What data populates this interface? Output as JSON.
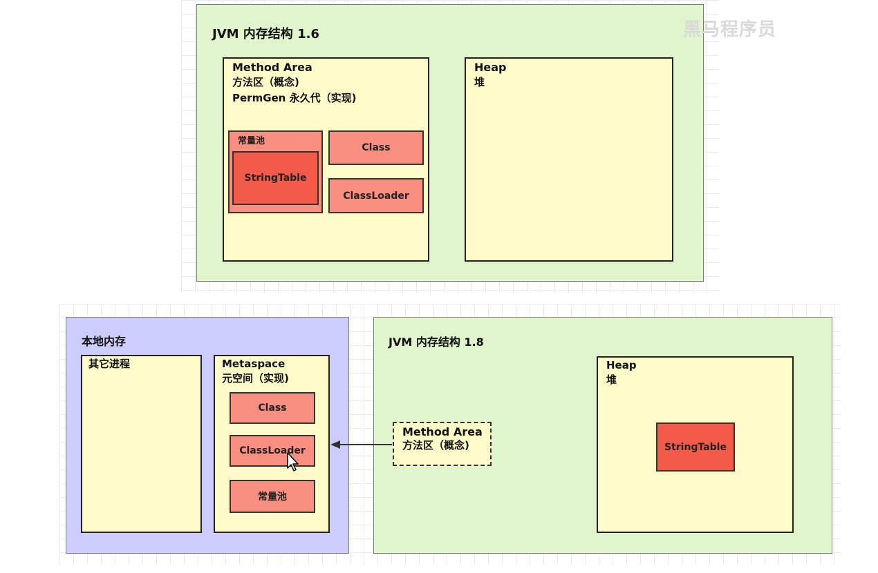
{
  "top": {
    "title": "JVM 内存结构 1.6",
    "method_area": {
      "line1": "Method Area",
      "line2": "方法区（概念)",
      "line3": "PermGen 永久代（实现)"
    },
    "constant_pool_label": "常量池",
    "string_table_label": "StringTable",
    "class_label": "Class",
    "classloader_label": "ClassLoader",
    "heap": {
      "line1": "Heap",
      "line2": "堆"
    }
  },
  "native": {
    "title": "本地内存",
    "other_process_label": "其它进程",
    "metaspace": {
      "line1": "Metaspace",
      "line2": "元空间（实现)"
    },
    "class_label": "Class",
    "classloader_label": "ClassLoader",
    "constant_pool_label": "常量池"
  },
  "jvm18": {
    "title": "JVM 内存结构 1.8",
    "method_area": {
      "line1": "Method Area",
      "line2": "方法区（概念)"
    },
    "heap": {
      "line1": "Heap",
      "line2": "堆"
    },
    "string_table_label": "StringTable"
  },
  "watermark": "黑马程序员"
}
